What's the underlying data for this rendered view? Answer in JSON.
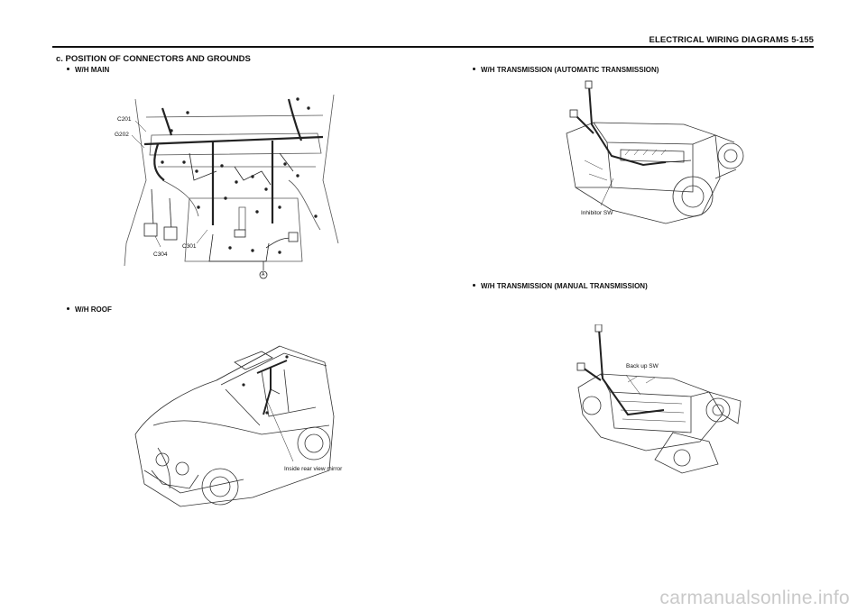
{
  "header": {
    "title": "ELECTRICAL WIRING DIAGRAMS  5-155"
  },
  "section": {
    "title": "c. POSITION OF CONNECTORS AND GROUNDS"
  },
  "figures": {
    "main": {
      "label": "W/H MAIN",
      "callouts": {
        "c201": "C201",
        "g202": "G202",
        "c304": "C304",
        "c301": "C301",
        "a": "A"
      }
    },
    "roof": {
      "label": "W/H ROOF",
      "callouts": {
        "mirror": "Inside rear view mirror"
      }
    },
    "auto": {
      "label": "W/H TRANSMISSION (AUTOMATIC TRANSMISSION)",
      "callouts": {
        "inhibitor": "Inhibitor SW"
      }
    },
    "manual": {
      "label": "W/H TRANSMISSION (MANUAL TRANSMISSION)",
      "callouts": {
        "backup": "Back up SW"
      }
    }
  },
  "watermark": {
    "text": "carmanualsonline.info"
  }
}
